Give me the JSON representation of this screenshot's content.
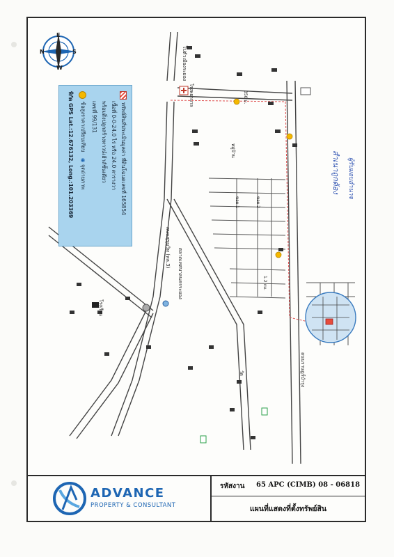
{
  "footer": {
    "brand_name": "ADVANCE",
    "brand_sub": "PROPERTY & CONSULTANT",
    "code_label": "รหัสงาน",
    "code_value": "65 APC (CIMB) 08 - 06818",
    "map_title": "แผนที่แสดงที่ตั้งทรัพย์สิน"
  },
  "legend": {
    "line1": "ทรัพย์สินที่ประเมินมูลค่า ที่ดินโฉนดเลขที่ 165854",
    "line2": "เนื้อที่ 0-0-24.0 ไร่ หรือ 24.0 ตารางวา",
    "line3": "พร้อมสิ่งปลูกสร้างทาวน์เฮ้าส์ชั้นเดียว",
    "line4": "เลขที่ 99/131",
    "line5a": "ข้อสูงราคาเปรียบเทียบ",
    "line5b": "จุดถ่ายภาพ",
    "line6": "พิกัด GPS Lat.:12.676132, Long.:101.203369"
  },
  "compass": {
    "north": "N",
    "south": "S",
    "east": "E",
    "west": "W"
  },
  "map_labels": {
    "sukhumvit": "ถนนสุขุมวิท (ทล.3)",
    "rayong_city": "ไปตัวเมืองระยอง",
    "market": "ตลาดเทศบาลนครระยอง",
    "soi_1": "ซอย 1",
    "soi_2": "ซอย 2",
    "local_road": "ถนนราษฎร์บำรุง",
    "village": "หมู่บ้าน",
    "school": "โรงเรียน",
    "temple": "วัด",
    "hospital": "โรงพยาบาล",
    "distance_1": "350 ม.",
    "distance_2": "1.2 กม.",
    "handwritten_1": "สำเนาถูกต้อง",
    "handwritten_2": "ผู้รับมอบอำนาจ"
  },
  "colors": {
    "legend_bg": "#a9d4ee",
    "brand_blue": "#1e66b3",
    "route_red": "#e05050",
    "subject_hatch": "#e74c3c",
    "photo_point": "#f5b800"
  }
}
